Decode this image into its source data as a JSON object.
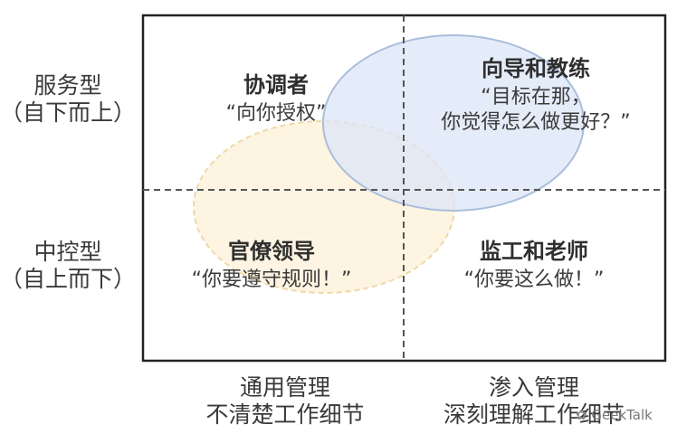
{
  "y_axis": {
    "top": {
      "line1": "服务型",
      "line2": "（自下而上）"
    },
    "bottom": {
      "line1": "中控型",
      "line2": "（自上而下）"
    }
  },
  "x_axis": {
    "left": {
      "line1": "通用管理",
      "line2": "不清楚工作细节"
    },
    "right": {
      "line1": "渗入管理",
      "line2": "深刻理解工作细节"
    }
  },
  "quadrants": {
    "top_left": {
      "title": "协调者",
      "quote": "“向你授权”"
    },
    "top_right": {
      "title": "向导和教练",
      "quote_line1": "“目标在那，",
      "quote_line2": "你觉得怎么做更好？”"
    },
    "bottom_left": {
      "title": "官僚领导",
      "quote": "“你要遵守规则！”"
    },
    "bottom_right": {
      "title": "监工和老师",
      "quote": "“你要这么做！”"
    }
  },
  "watermark": "GeekTalk",
  "colors": {
    "blue_ellipse_fill": "#e6edfa",
    "blue_ellipse_stroke": "#a9bedb",
    "yellow_ellipse_fill": "#fdf3de",
    "yellow_ellipse_stroke": "#efd9a8",
    "frame": "#222222",
    "divider": "#555555"
  }
}
